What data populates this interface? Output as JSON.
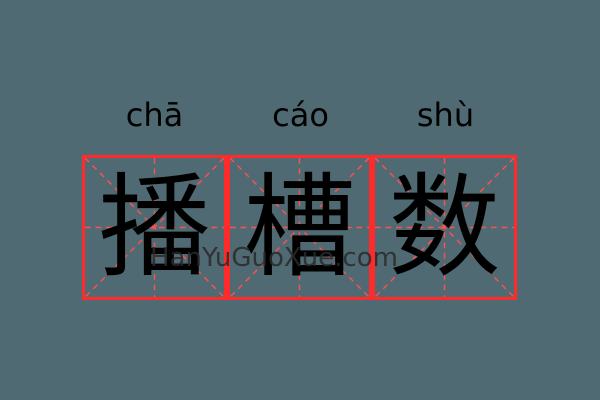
{
  "entry": {
    "pinyin": [
      "chā",
      "cáo",
      "shù"
    ],
    "characters": [
      "播",
      "槽",
      "数"
    ],
    "watermark": "HanYuGuoXue.com"
  },
  "colors": {
    "background": "#4f6a72",
    "grid": "#ff2a2a",
    "text": "#000000"
  }
}
